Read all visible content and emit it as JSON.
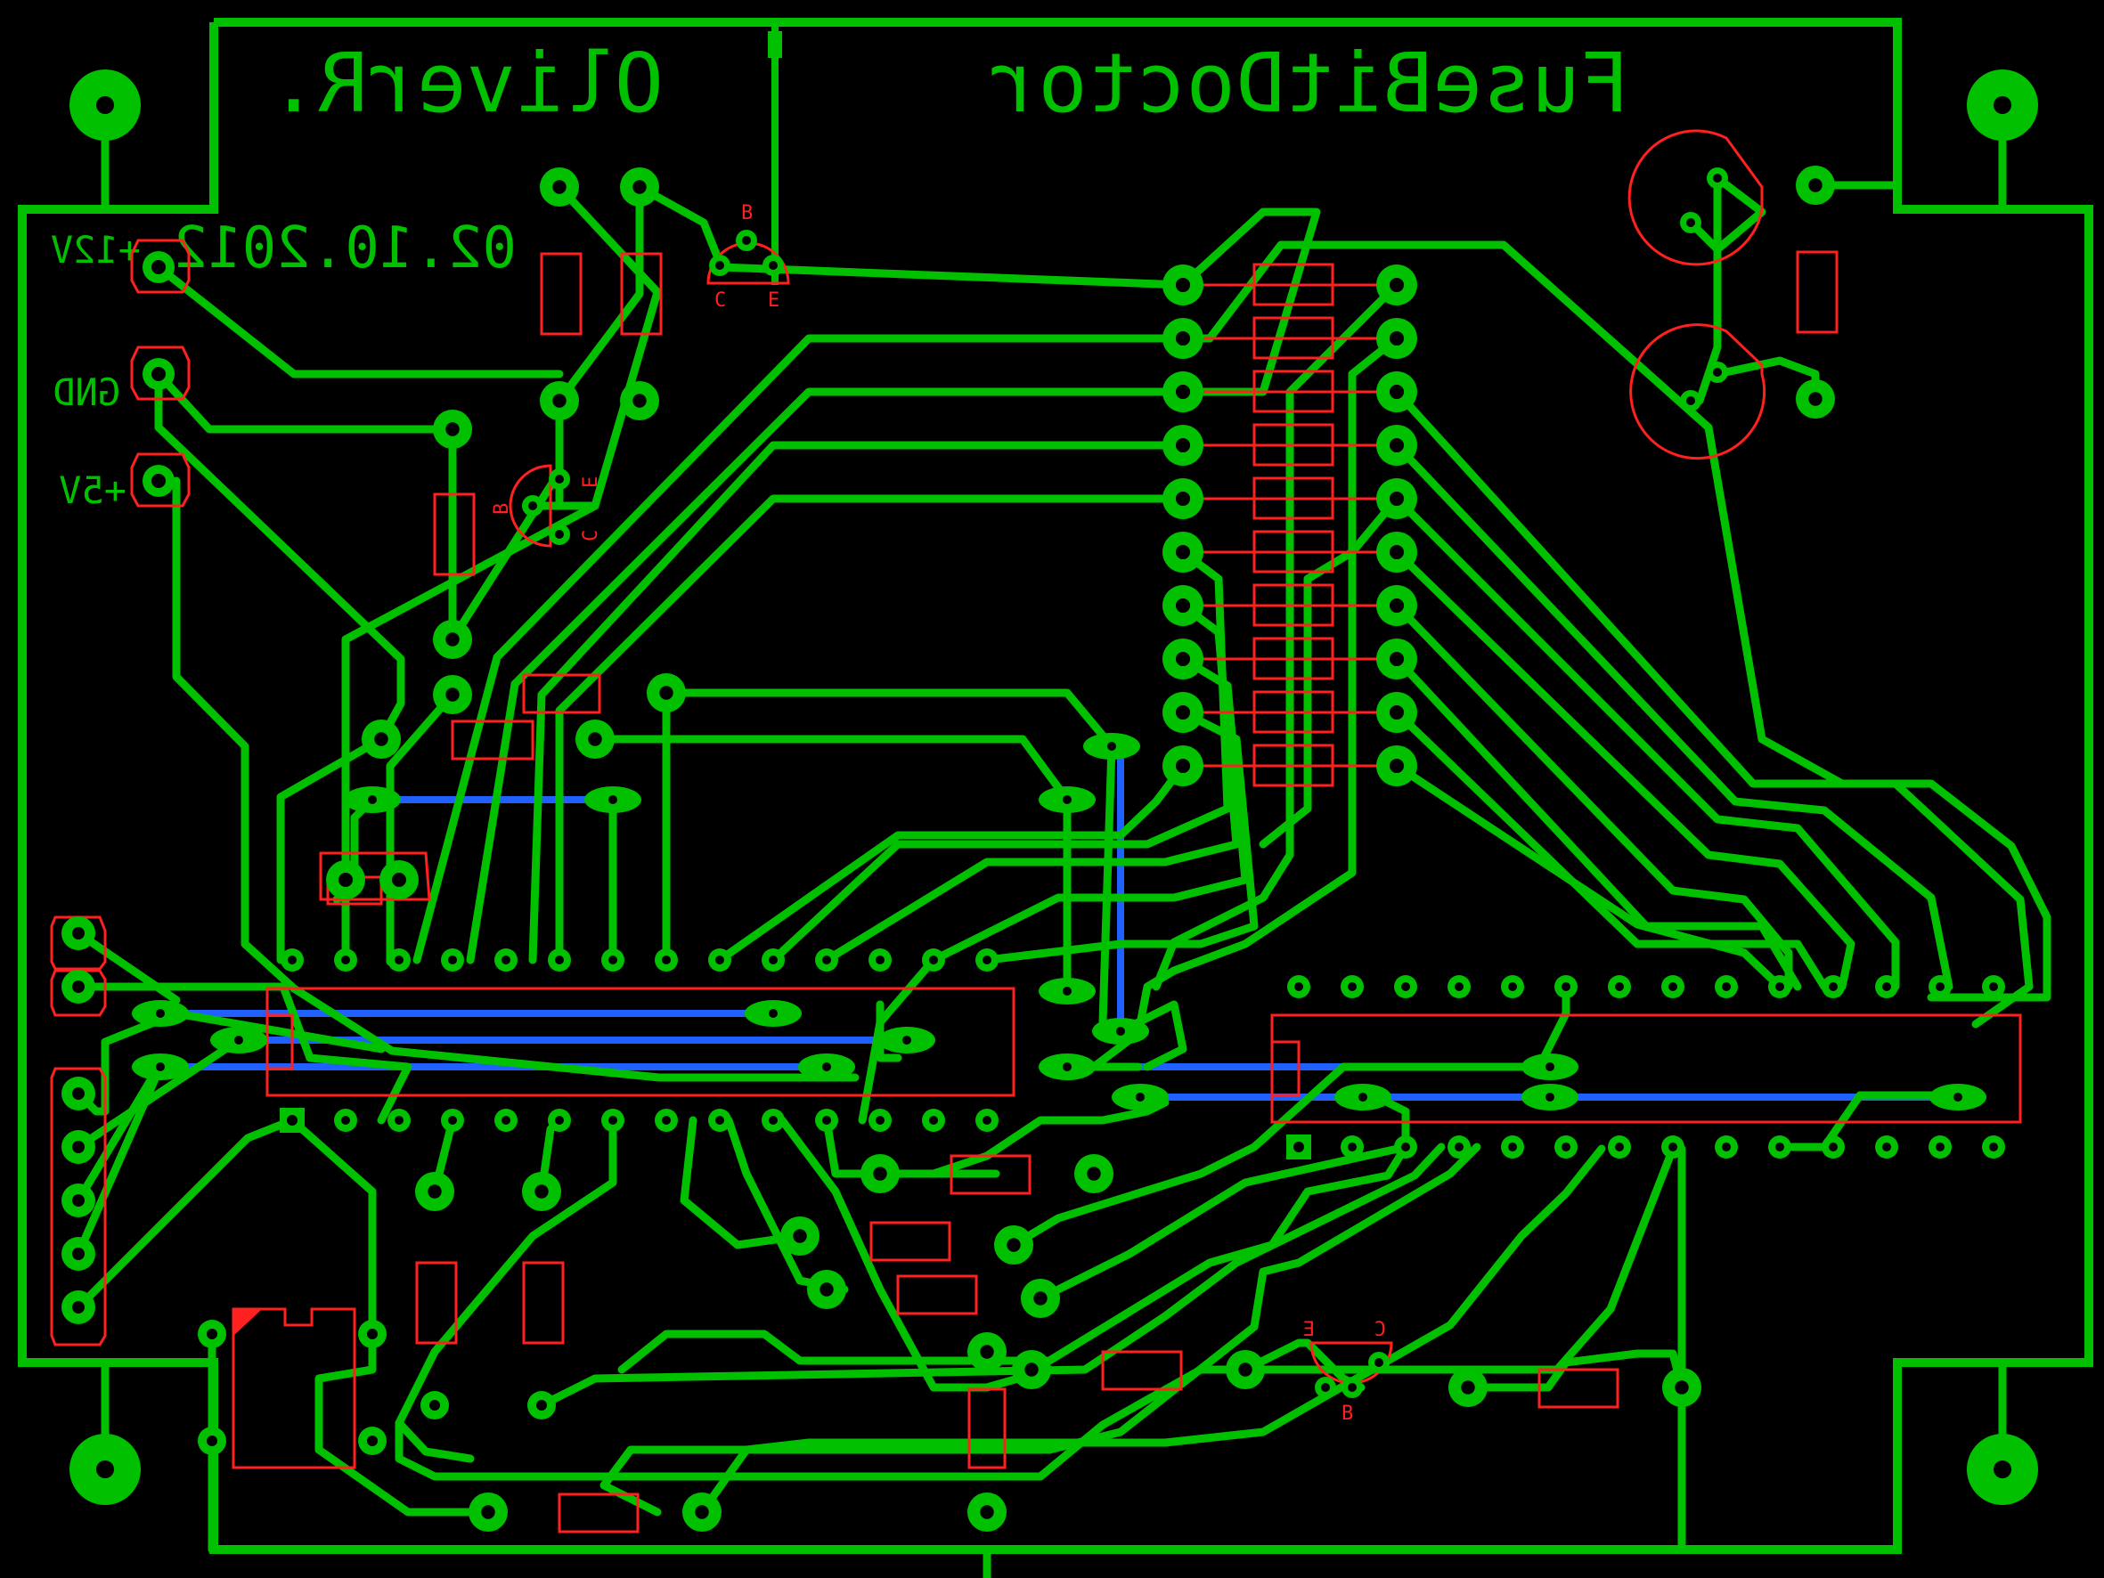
{
  "board": {
    "title": "FuseBitDoctor",
    "author": "OliverR.",
    "date": "02.10.2012",
    "mirrored_view": true,
    "layer_colors": {
      "background": "#000000",
      "top_copper": "#00c000",
      "bottom_copper": "#2060ff",
      "silkscreen": "#ff2020"
    }
  },
  "power_labels": {
    "v12": "+12V",
    "gnd": "GND",
    "v5": "+5V"
  },
  "transistor_pins": {
    "t1": {
      "b": "B",
      "c": "C",
      "e": "E"
    },
    "t2": {
      "b": "B",
      "c": "C",
      "e": "E"
    },
    "t3": {
      "b": "B",
      "c": "C",
      "e": "E"
    }
  },
  "components": {
    "resistor_array_count": 10,
    "ic_count": 2,
    "ic_left_pins_per_side": 14,
    "ic_right_pins_per_side": 14,
    "transistor_count": 3,
    "led_count": 2,
    "mounting_hole_count": 4,
    "header_pins": 7,
    "power_terminals": 3
  }
}
